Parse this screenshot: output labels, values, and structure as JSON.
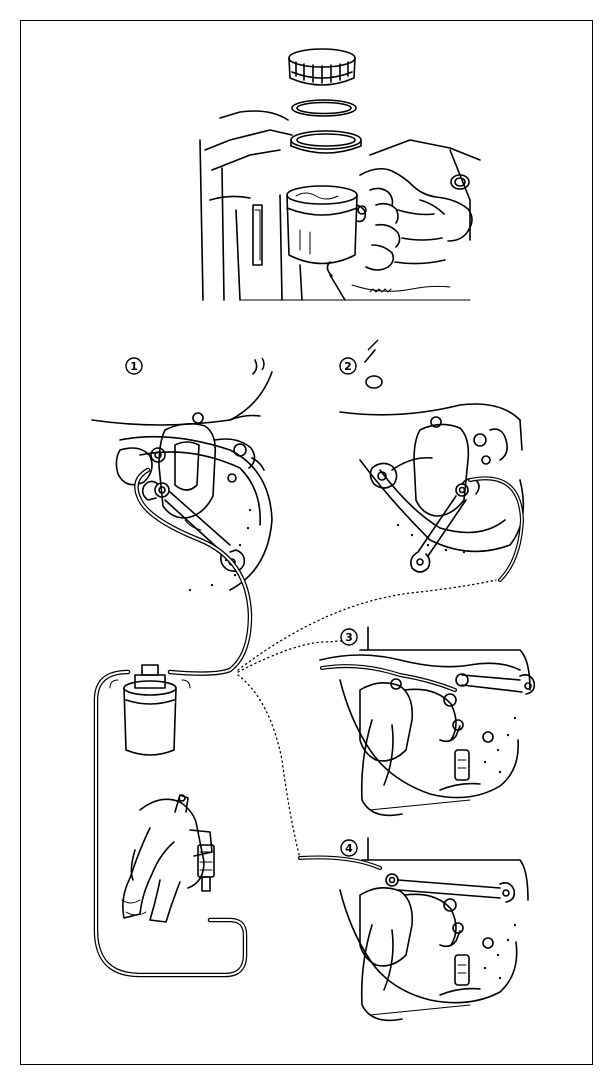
{
  "colors": {
    "ink": "#000000",
    "paper": "#ffffff"
  },
  "callouts": [
    {
      "id": "step-1",
      "label": "1"
    },
    {
      "id": "step-2",
      "label": "2"
    },
    {
      "id": "step-3",
      "label": "3"
    },
    {
      "id": "step-4",
      "label": "4"
    }
  ]
}
